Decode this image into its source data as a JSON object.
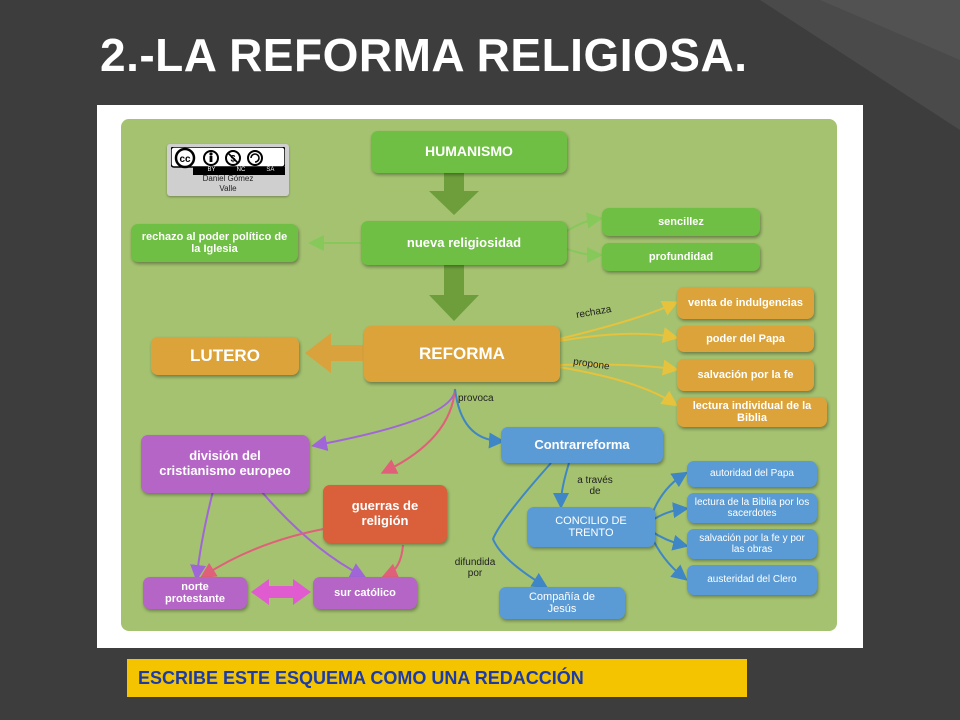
{
  "slide": {
    "title": "2.-LA REFORMA RELIGIOSA.",
    "task": "ESCRIBE ESTE ESQUEMA COMO UNA REDACCIÓN"
  },
  "license": {
    "badges": [
      "BY",
      "NC",
      "SA"
    ],
    "author_line1": "Daniel Gómez",
    "author_line2": "Valle"
  },
  "nodes": {
    "humanismo": "HUMANISMO",
    "nueva_religiosidad": "nueva religiosidad",
    "rechazo_poder": "rechazo al poder político de la Iglesia",
    "sencillez": "sencillez",
    "profundidad": "profundidad",
    "reforma": "REFORMA",
    "lutero": "LUTERO",
    "venta_indulgencias": "venta de indulgencias",
    "poder_papa": "poder del Papa",
    "salvacion_fe": "salvación por la fe",
    "lectura_individual": "lectura individual de la Biblia",
    "division": "división del cristianismo europeo",
    "guerras": "guerras de religión",
    "contrarreforma": "Contrarreforma",
    "concilio": "CONCILIO DE TRENTO",
    "autoridad_papa": "autoridad del Papa",
    "lectura_sacerdotes": "lectura de la Biblia por los sacerdotes",
    "salvacion_fe_obras": "salvación por la fe y por las obras",
    "austeridad": "austeridad del Clero",
    "norte": "norte protestante",
    "sur": "sur católico",
    "compania": "Compañía de Jesús"
  },
  "links": {
    "rechaza": "rechaza",
    "propone": "propone",
    "provoca": "provoca",
    "a_traves_1": "a través",
    "a_traves_2": "de",
    "difundida_1": "difundida",
    "difundida_2": "por"
  },
  "colors": {
    "background": "#3d3d3d",
    "board": "#a4c270",
    "green": "#6fbf44",
    "orange": "#dba33a",
    "purple": "#b565c6",
    "red": "#d9603b",
    "blue": "#5b9bd5",
    "task_bg": "#f5c400",
    "task_text": "#1b3ca8"
  }
}
